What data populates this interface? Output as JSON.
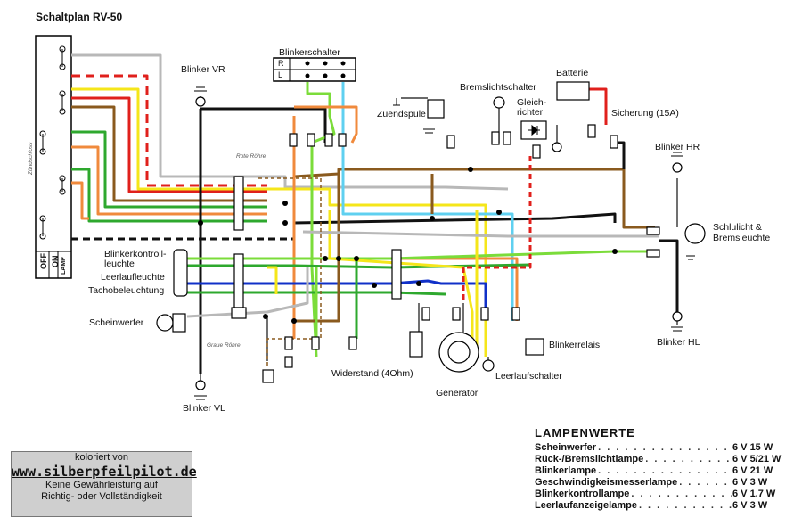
{
  "title": "Schaltplan RV-50",
  "labels": {
    "blinker_vr": "Blinker VR",
    "blinkerschalter": "Blinkerschalter",
    "switch_r": "R",
    "switch_l": "L",
    "bremslichtschalter": "Bremslichtschalter",
    "zuendspule": "Zuendspule",
    "batterie": "Batterie",
    "gleichrichter": "Gleich-\nrichter",
    "sicherung": "Sicherung (15A)",
    "blinker_hr": "Blinker HR",
    "schlusslicht": "Schlulicht &\nBremsleuchte",
    "blinkerkontrollleuchte": "Blinkerkontroll-\nleuchte",
    "leerlaufleuchte": "Leerlaufleuchte",
    "tachobeleuchtung": "Tachobeleuchtung",
    "scheinwerfer": "Scheinwerfer",
    "blinker_vl": "Blinker VL",
    "widerstand": "Widerstand (4Ohm)",
    "generator": "Generator",
    "leerlaufschalter": "Leerlaufschalter",
    "blinkerrelais": "Blinkerrelais",
    "blinker_hl": "Blinker HL",
    "rote_roehre": "Rote Röhre",
    "graue_roehre": "Graue Röhre",
    "zuendschloss": "Zündschloss",
    "sw_off": "OFF",
    "sw_on": "ON",
    "sw_lamp": "LAMP"
  },
  "credit": {
    "line1": "koloriert von",
    "site": "www.silberpfeilpilot.de",
    "line2": "Keine Gewährleistung auf",
    "line3": "Richtig- oder Vollständigkeit"
  },
  "lampenwerte": {
    "heading": "LAMPENWERTE",
    "rows": [
      {
        "name": "Scheinwerfer",
        "value": "6 V 15 W"
      },
      {
        "name": "Rück-/Bremslichtlampe",
        "value": "6 V 5/21 W"
      },
      {
        "name": "Blinkerlampe",
        "value": "6 V 21 W"
      },
      {
        "name": "Geschwindigkeismesserlampe",
        "value": "6 V 3 W"
      },
      {
        "name": "Blinkerkontrollampe",
        "value": "6 V 1.7 W"
      },
      {
        "name": "Leerlaufanzeigelampe",
        "value": "6 V 3 W"
      }
    ]
  },
  "colors": {
    "red": "#e0201c",
    "yellow": "#f5e61a",
    "green": "#2ea82e",
    "light_green": "#7bdc3a",
    "blue": "#1030c8",
    "light_blue": "#5fd0f0",
    "brown": "#8a5a1e",
    "orange": "#f08a3c",
    "gray": "#b8b8b8",
    "black": "#111111"
  }
}
